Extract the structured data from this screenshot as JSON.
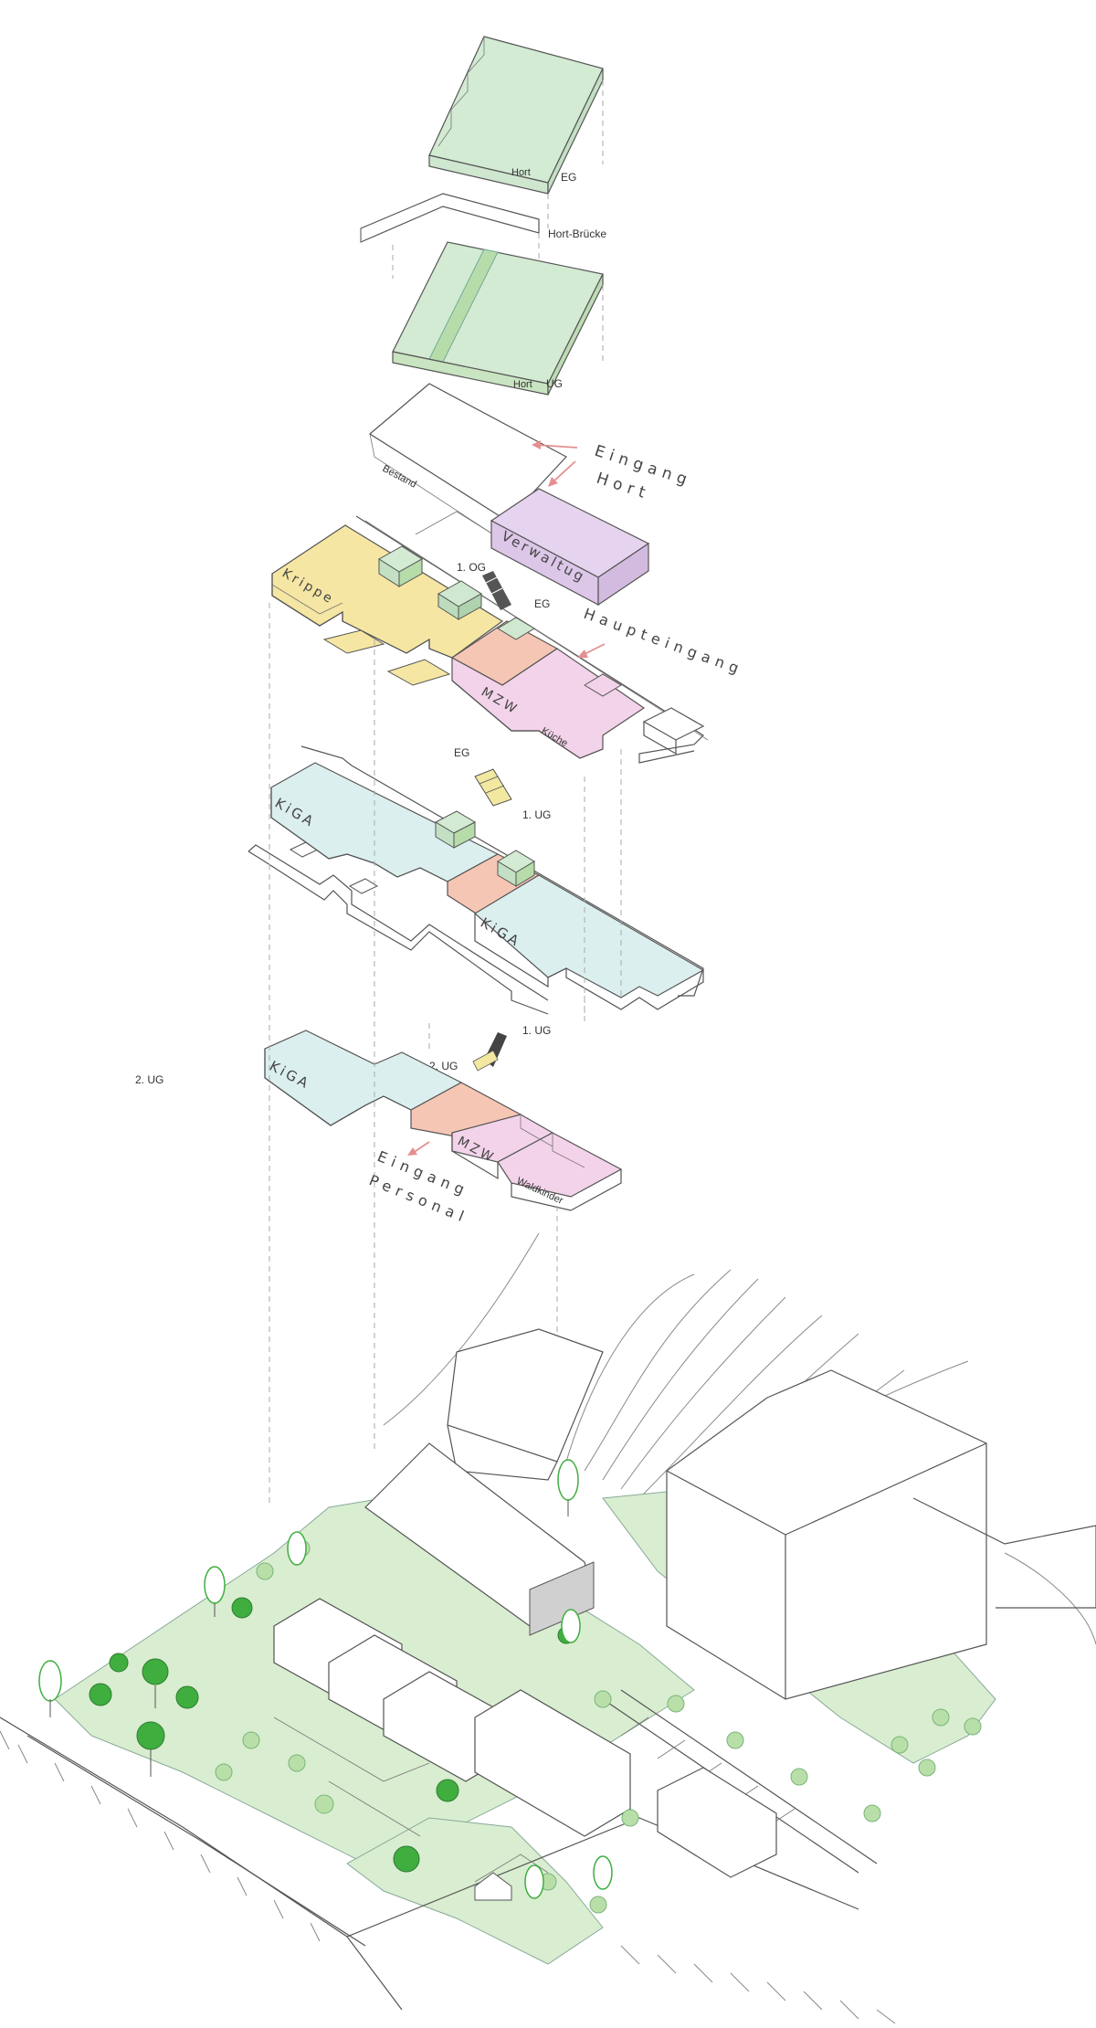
{
  "floor_labels": {
    "hort_eg": "EG",
    "hort_bridge": "Hort-Brücke",
    "hort_ug": "UG",
    "og1": "1. OG",
    "eg_small": "EG",
    "eg_left": "EG",
    "ug1_top": "1. UG",
    "ug1_bottom": "1. UG",
    "ug2_small": "2. UG",
    "ug2_left": "2. UG"
  },
  "room_labels": {
    "hort_top": "Hort",
    "hort_ug": "Hort",
    "bestand": "Bestand",
    "verwaltung": "Verwaltug",
    "krippe": "Krippe",
    "mzw_eg": "MZW",
    "kueche": "Küche",
    "kiga_1ug_left": "KiGA",
    "kiga_1ug_right": "KiGA",
    "kiga_2ug": "KiGA",
    "mzw_2ug": "MZW",
    "waldkinder": "Waldkinder"
  },
  "entrance_labels": {
    "hort_line1": "Eingang",
    "hort_line2": "Hort",
    "haupteingang": "Haupteingang",
    "personal_line1": "Eingang",
    "personal_line2": "Personal"
  },
  "colors": {
    "hort_green": "#d3ead3",
    "hort_green_dark": "#b6dcaa",
    "krippe_yellow": "#f5e6a3",
    "verwaltung_purple": "#e6d3ef",
    "salmon": "#f6c6b4",
    "pink": "#f3d3ea",
    "kiga_blue": "#dcefef",
    "grass": "#d9edd0",
    "tree_green": "#3fae3f",
    "arrow": "#e58f8f"
  }
}
